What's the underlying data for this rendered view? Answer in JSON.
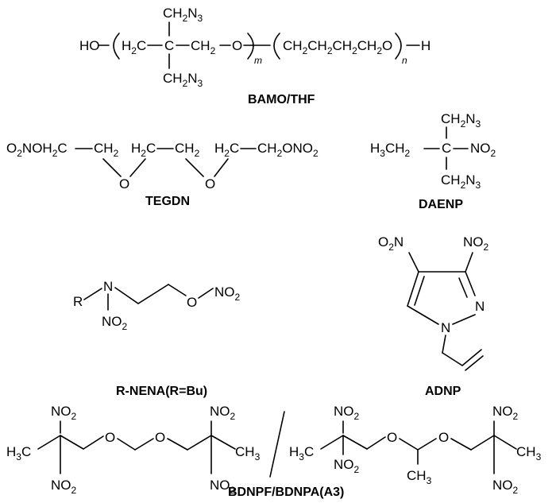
{
  "labels": {
    "bamo_thf": "BAMO/THF",
    "tegdn": "TEGDN",
    "daenp": "DAENP",
    "r_nena": "R-NENA(R=Bu)",
    "adnp": "ADNP",
    "bdnpf_bdnpa": "BDNPF/BDNPA(A3)"
  },
  "subscripts": {
    "m": "m",
    "n": "n"
  },
  "atoms": {
    "ho": "HO",
    "h": "H",
    "c": "C",
    "o": "O",
    "n": "N",
    "r": "R",
    "ch2": "CH",
    "h2c": "H",
    "ch2n3": "CH",
    "no2": "NO",
    "o2no": "O",
    "h3c": "H",
    "ch3": "CH",
    "ch2ch2ch2ch2o": "CH",
    "two": "2",
    "three": "3"
  }
}
